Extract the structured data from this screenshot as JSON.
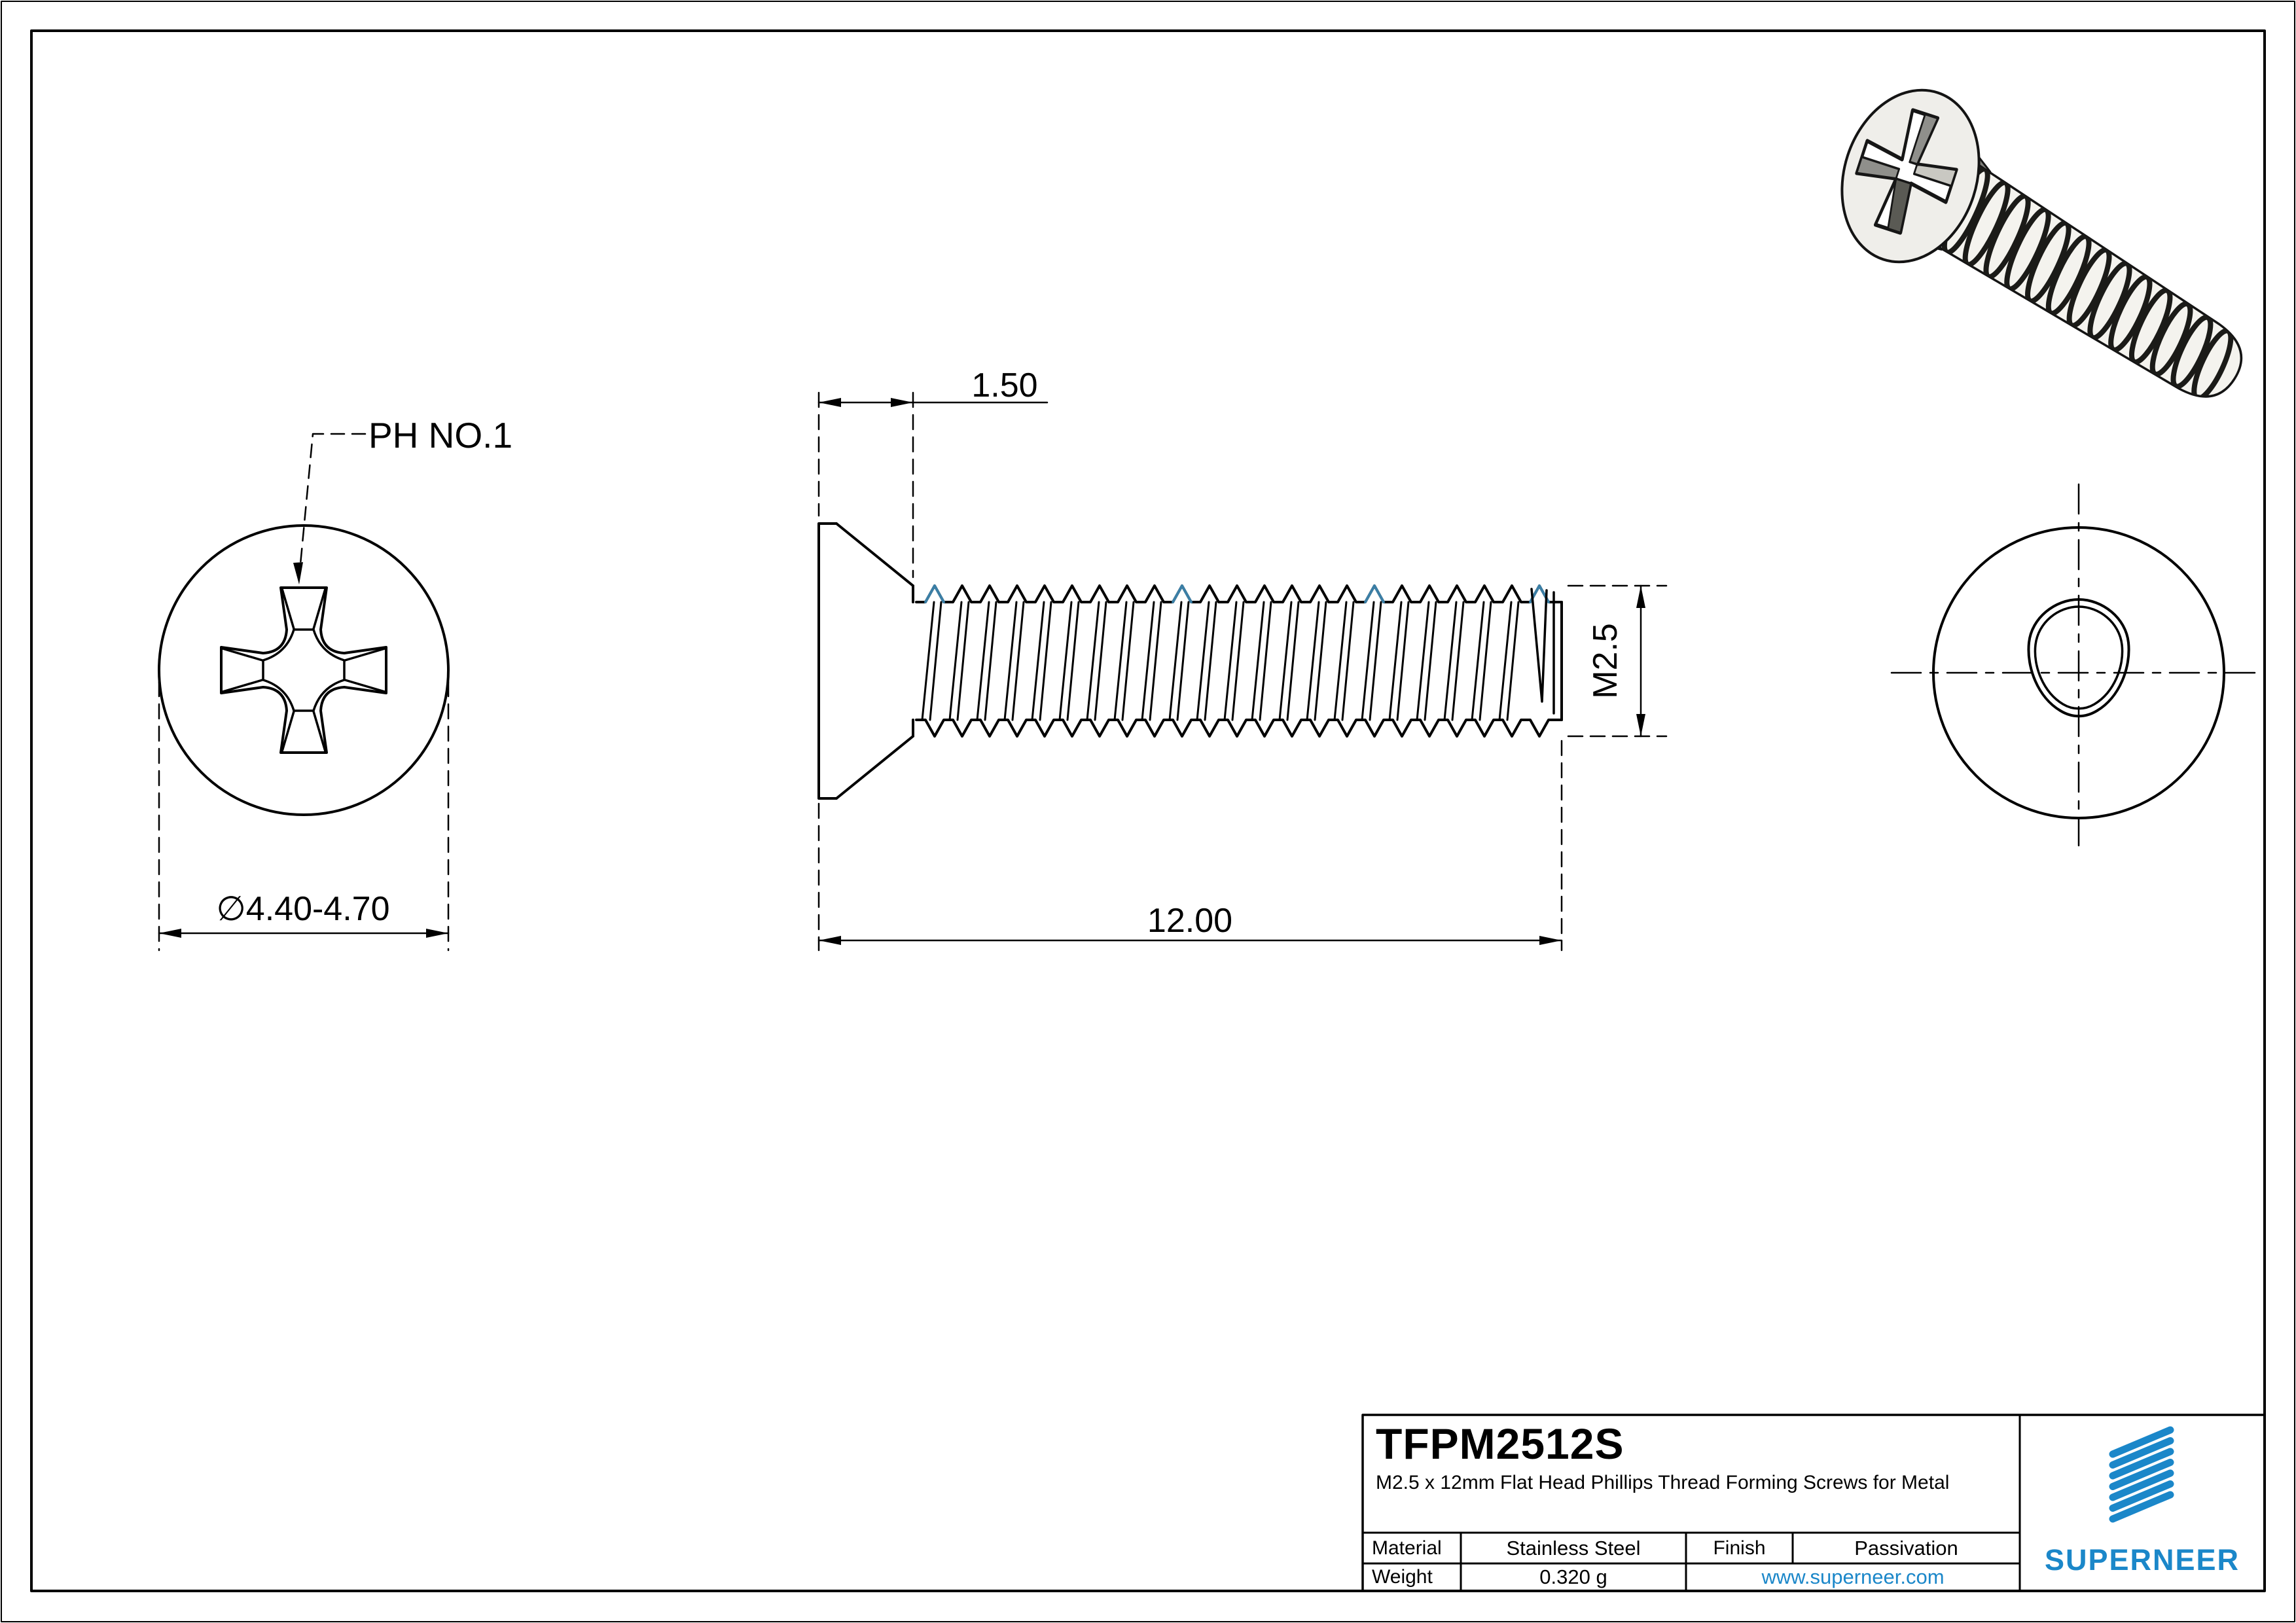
{
  "drawing": {
    "front_view": {
      "leader_label": "PH NO.1",
      "diameter_label": "∅4.40-4.70"
    },
    "side_view": {
      "head_height_label": "1.50",
      "length_label": "12.00",
      "thread_label": "M2.5"
    },
    "accent_color": "#3b7fa6",
    "line_color": "#000000"
  },
  "title_block": {
    "part_number": "TFPM2512S",
    "description": "M2.5 x 12mm Flat Head Phillips Thread Forming Screws for Metal",
    "material_label": "Material",
    "material_value": "Stainless Steel",
    "finish_label": "Finish",
    "finish_value": "Passivation",
    "weight_label": "Weight",
    "weight_value": "0.320 g",
    "website": "www.superneer.com",
    "brand": "SUPERNEER",
    "brand_color": "#1b87c9"
  }
}
